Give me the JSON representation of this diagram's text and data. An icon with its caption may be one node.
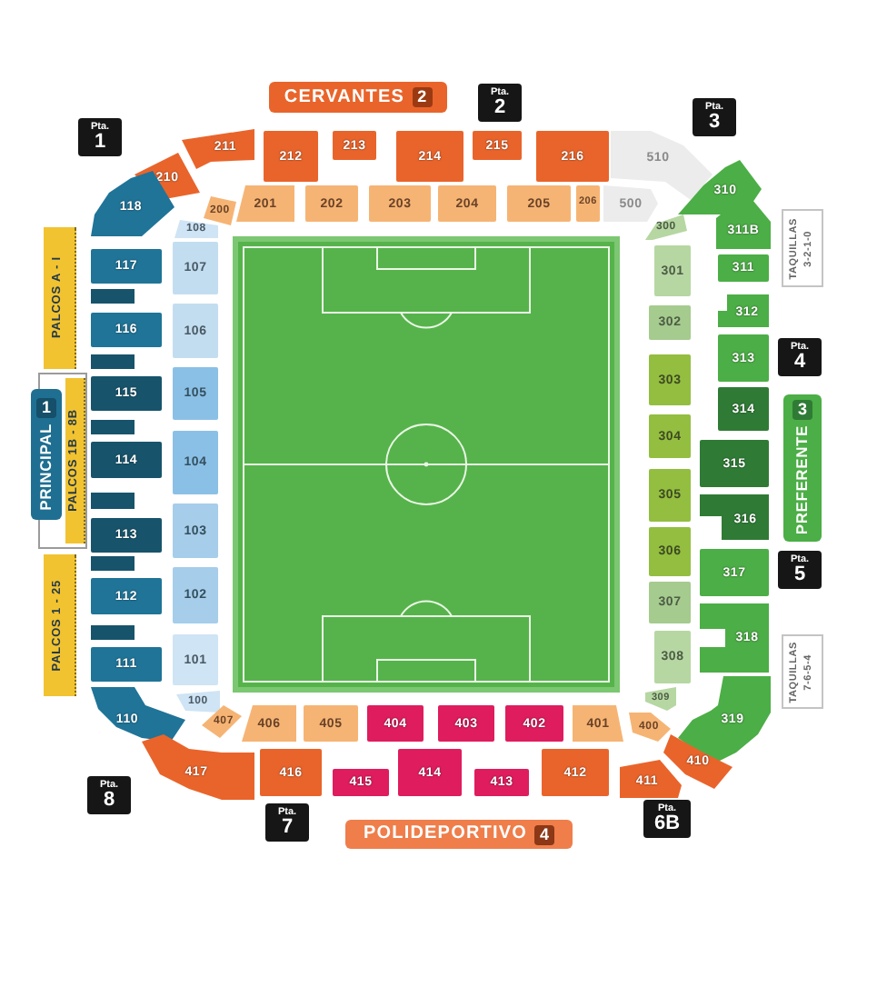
{
  "diagram": {
    "nodes": [
      {
        "text": [
          "Pta.",
          "1"
        ]
      },
      {
        "text": [
          "CERVANTES",
          "2"
        ]
      },
      {
        "text": [
          "Pta.",
          "2"
        ]
      },
      {
        "text": [
          "Pta.",
          "3"
        ]
      },
      {
        "text": [
          "210"
        ]
      },
      {
        "text": [
          "211"
        ]
      },
      {
        "text": [
          "212"
        ]
      },
      {
        "text": [
          "213"
        ]
      },
      {
        "text": [
          "214"
        ]
      },
      {
        "text": [
          "215"
        ]
      },
      {
        "text": [
          "216"
        ]
      },
      {
        "text": [
          "510"
        ]
      },
      {
        "text": [
          "200"
        ]
      },
      {
        "text": [
          "201"
        ]
      },
      {
        "text": [
          "202"
        ]
      },
      {
        "text": [
          "203"
        ]
      },
      {
        "text": [
          "204"
        ]
      },
      {
        "text": [
          "205"
        ]
      },
      {
        "text": [
          "206"
        ]
      },
      {
        "text": [
          "500"
        ]
      },
      {
        "text": [
          "118"
        ]
      },
      {
        "text": [
          "108"
        ]
      },
      {
        "text": [
          "PALCOS A - I"
        ]
      },
      {
        "text": [
          "117"
        ]
      },
      {
        "text": [
          "107"
        ]
      },
      {
        "text": [],
        "shape": "box"
      },
      {
        "text": [
          "116"
        ]
      },
      {
        "text": [
          "106"
        ]
      },
      {
        "text": [],
        "shape": "box"
      },
      {
        "text": [
          "PRINCIPAL",
          "1"
        ]
      },
      {
        "text": [
          "PALCOS 1B - 8B"
        ]
      },
      {
        "text": [
          "115"
        ]
      },
      {
        "text": [
          "105"
        ]
      },
      {
        "text": [],
        "shape": "box"
      },
      {
        "text": [
          "114"
        ]
      },
      {
        "text": [
          "104"
        ]
      },
      {
        "text": [],
        "shape": "box"
      },
      {
        "text": [
          "113"
        ]
      },
      {
        "text": [
          "103"
        ]
      },
      {
        "text": [],
        "shape": "box"
      },
      {
        "text": [
          "PALCOS 1 - 25"
        ]
      },
      {
        "text": [
          "112"
        ]
      },
      {
        "text": [
          "102"
        ]
      },
      {
        "text": [],
        "shape": "box"
      },
      {
        "text": [
          "111"
        ]
      },
      {
        "text": [
          "101"
        ]
      },
      {
        "text": [
          "100"
        ]
      },
      {
        "text": [
          "110"
        ]
      },
      {
        "text": [
          "Pta.",
          "8"
        ]
      },
      {
        "text": [
          "310"
        ]
      },
      {
        "text": [
          "300"
        ]
      },
      {
        "text": [
          "311B"
        ]
      },
      {
        "text": [
          "TAQUILLAS",
          "3-2-1-0"
        ]
      },
      {
        "text": [
          "301"
        ]
      },
      {
        "text": [
          "311"
        ]
      },
      {
        "text": [
          "302"
        ]
      },
      {
        "text": [
          "312"
        ]
      },
      {
        "text": [
          "Pta.",
          "4"
        ]
      },
      {
        "text": [
          "303"
        ]
      },
      {
        "text": [
          "313"
        ]
      },
      {
        "text": [
          "304"
        ]
      },
      {
        "text": [
          "314"
        ]
      },
      {
        "text": [
          "PREFERENTE",
          "3"
        ]
      },
      {
        "text": [
          "305"
        ]
      },
      {
        "text": [
          "315"
        ]
      },
      {
        "text": [
          "306"
        ]
      },
      {
        "text": [
          "316"
        ]
      },
      {
        "text": [
          "307"
        ]
      },
      {
        "text": [
          "317"
        ]
      },
      {
        "text": [
          "Pta.",
          "5"
        ]
      },
      {
        "text": [
          "308"
        ]
      },
      {
        "text": [
          "318"
        ]
      },
      {
        "text": [
          "TAQUILLAS",
          "7-6-5-4"
        ]
      },
      {
        "text": [
          "309"
        ]
      },
      {
        "text": [
          "319"
        ]
      },
      {
        "text": [
          "407"
        ]
      },
      {
        "text": [
          "406"
        ]
      },
      {
        "text": [
          "405"
        ]
      },
      {
        "text": [
          "404"
        ]
      },
      {
        "text": [
          "403"
        ]
      },
      {
        "text": [
          "402"
        ]
      },
      {
        "text": [
          "401"
        ]
      },
      {
        "text": [
          "400"
        ]
      },
      {
        "text": [
          "417"
        ]
      },
      {
        "text": [
          "416"
        ]
      },
      {
        "text": [
          "415"
        ]
      },
      {
        "text": [
          "414"
        ]
      },
      {
        "text": [
          "413"
        ]
      },
      {
        "text": [
          "412"
        ]
      },
      {
        "text": [
          "411"
        ]
      },
      {
        "text": [
          "410"
        ]
      },
      {
        "text": [
          "Pta.",
          "7"
        ]
      },
      {
        "text": [
          "POLIDEPORTIVO",
          "4"
        ]
      },
      {
        "text": [
          "Pta.",
          "6B"
        ]
      }
    ]
  }
}
